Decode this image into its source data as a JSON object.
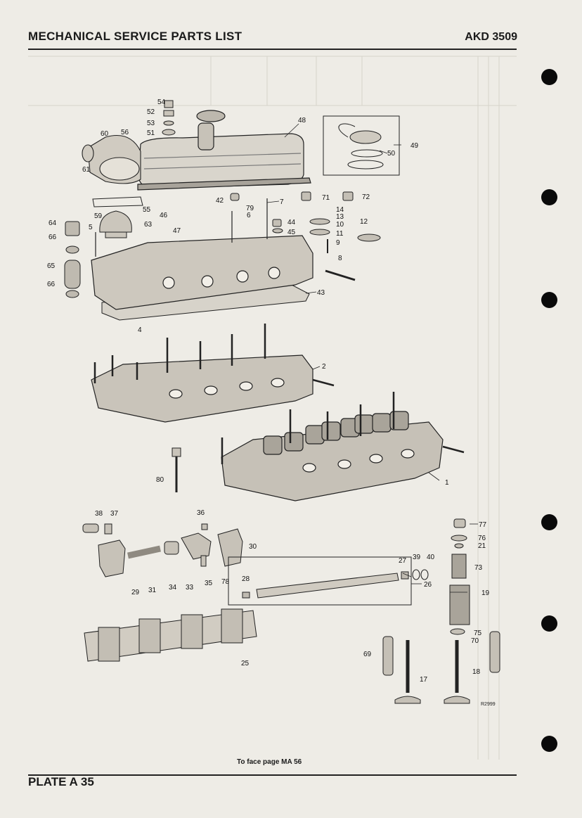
{
  "header": {
    "title": "MECHANICAL SERVICE PARTS LIST",
    "code": "AKD 3509"
  },
  "footer": {
    "plate": "PLATE A 35",
    "face_note": "To face page MA 56"
  },
  "drawing_number": "R2999",
  "callouts": [
    "1",
    "2",
    "4",
    "5",
    "6",
    "7",
    "8",
    "9",
    "10",
    "11",
    "12",
    "13",
    "14",
    "17",
    "18",
    "19",
    "21",
    "25",
    "26",
    "27",
    "28",
    "29",
    "30",
    "31",
    "33",
    "34",
    "35",
    "36",
    "37",
    "38",
    "39",
    "40",
    "42",
    "43",
    "44",
    "45",
    "46",
    "47",
    "48",
    "49",
    "50",
    "51",
    "52",
    "53",
    "54",
    "55",
    "56",
    "59",
    "60",
    "61",
    "63",
    "64",
    "65",
    "66",
    "69",
    "70",
    "71",
    "72",
    "73",
    "75",
    "76",
    "77",
    "78",
    "79",
    "80"
  ],
  "colors": {
    "paper": "#eeece6",
    "ink": "#1a1a1a",
    "punch_hole": "#0a0a0a"
  }
}
